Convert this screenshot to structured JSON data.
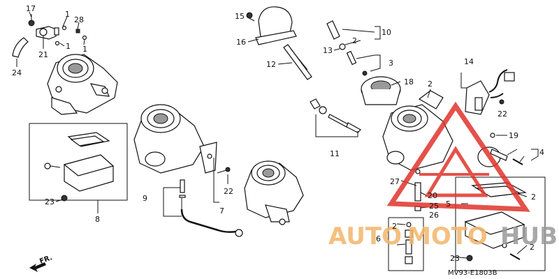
{
  "diagram_code": "MV93-E1803B",
  "front_label": "FR.",
  "callouts": {
    "c1a": "1",
    "c1b": "1",
    "c1c": "1",
    "c2a": "2",
    "c2b": "2",
    "c2c": "2",
    "c2d": "2",
    "c2e": "2",
    "c3": "3",
    "c4": "4",
    "c5": "5",
    "c6": "6",
    "c7": "7",
    "c8": "8",
    "c9": "9",
    "c10": "10",
    "c11": "11",
    "c12": "12",
    "c13": "13",
    "c14": "14",
    "c15": "15",
    "c16": "16",
    "c17": "17",
    "c18": "18",
    "c19": "19",
    "c20": "20",
    "c21": "21",
    "c22a": "22",
    "c22b": "22",
    "c23a": "23",
    "c23b": "23",
    "c24": "24",
    "c25": "25",
    "c26": "26",
    "c27": "27",
    "c28": "28"
  },
  "watermark": {
    "text_left": "AUTO",
    "text_mid": "MOTO",
    "text_right": "HUB",
    "color_orange": "#f2b66a",
    "color_red": "#e0342b",
    "color_gray": "#9a9a9a"
  }
}
